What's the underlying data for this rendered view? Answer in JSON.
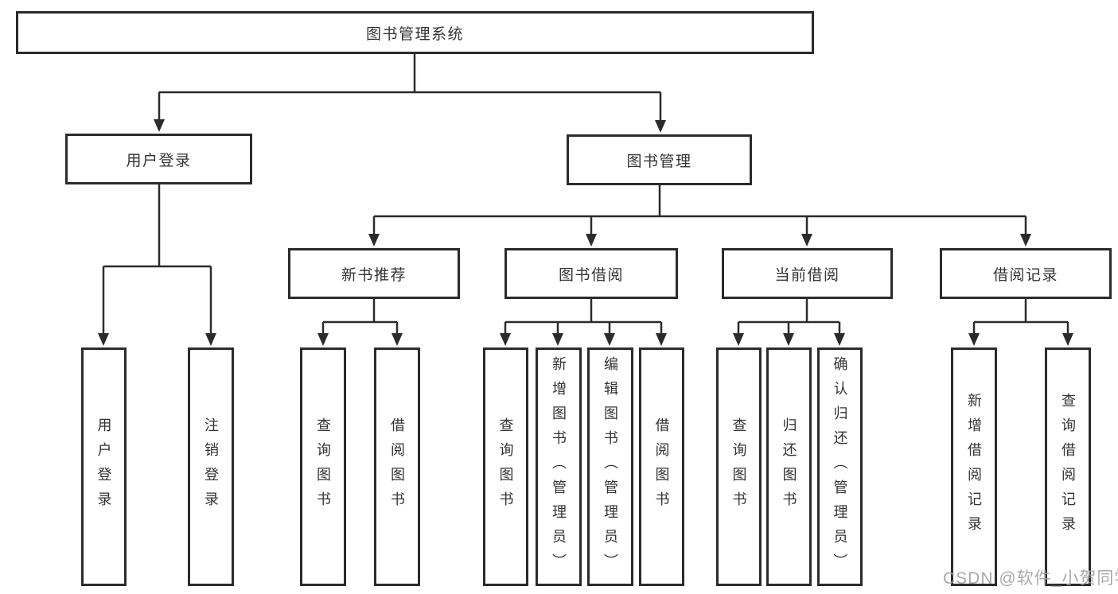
{
  "tree": {
    "root": {
      "label": "图书管理系统",
      "children": [
        {
          "label": "用户登录",
          "children": [
            {
              "label": "用户登录"
            },
            {
              "label": "注销登录"
            }
          ]
        },
        {
          "label": "图书管理",
          "children": [
            {
              "label": "新书推荐",
              "children": [
                {
                  "label": "查询图书"
                },
                {
                  "label": "借阅图书"
                }
              ]
            },
            {
              "label": "图书借阅",
              "children": [
                {
                  "label": "查询图书"
                },
                {
                  "label": "新增图书（管理员）"
                },
                {
                  "label": "编辑图书（管理员）"
                },
                {
                  "label": "借阅图书"
                }
              ]
            },
            {
              "label": "当前借阅",
              "children": [
                {
                  "label": "查询图书"
                },
                {
                  "label": "归还图书"
                },
                {
                  "label": "确认归还（管理员）"
                }
              ]
            },
            {
              "label": "借阅记录",
              "children": [
                {
                  "label": "新增借阅记录"
                },
                {
                  "label": "查询借阅记录"
                }
              ]
            }
          ]
        }
      ]
    }
  },
  "watermark": {
    "text": "CSDN @软件_小贺同学"
  },
  "colors": {
    "line": "#2b2b2b",
    "text": "#333333",
    "watermark": "#a0a0a0",
    "background": "#ffffff"
  }
}
